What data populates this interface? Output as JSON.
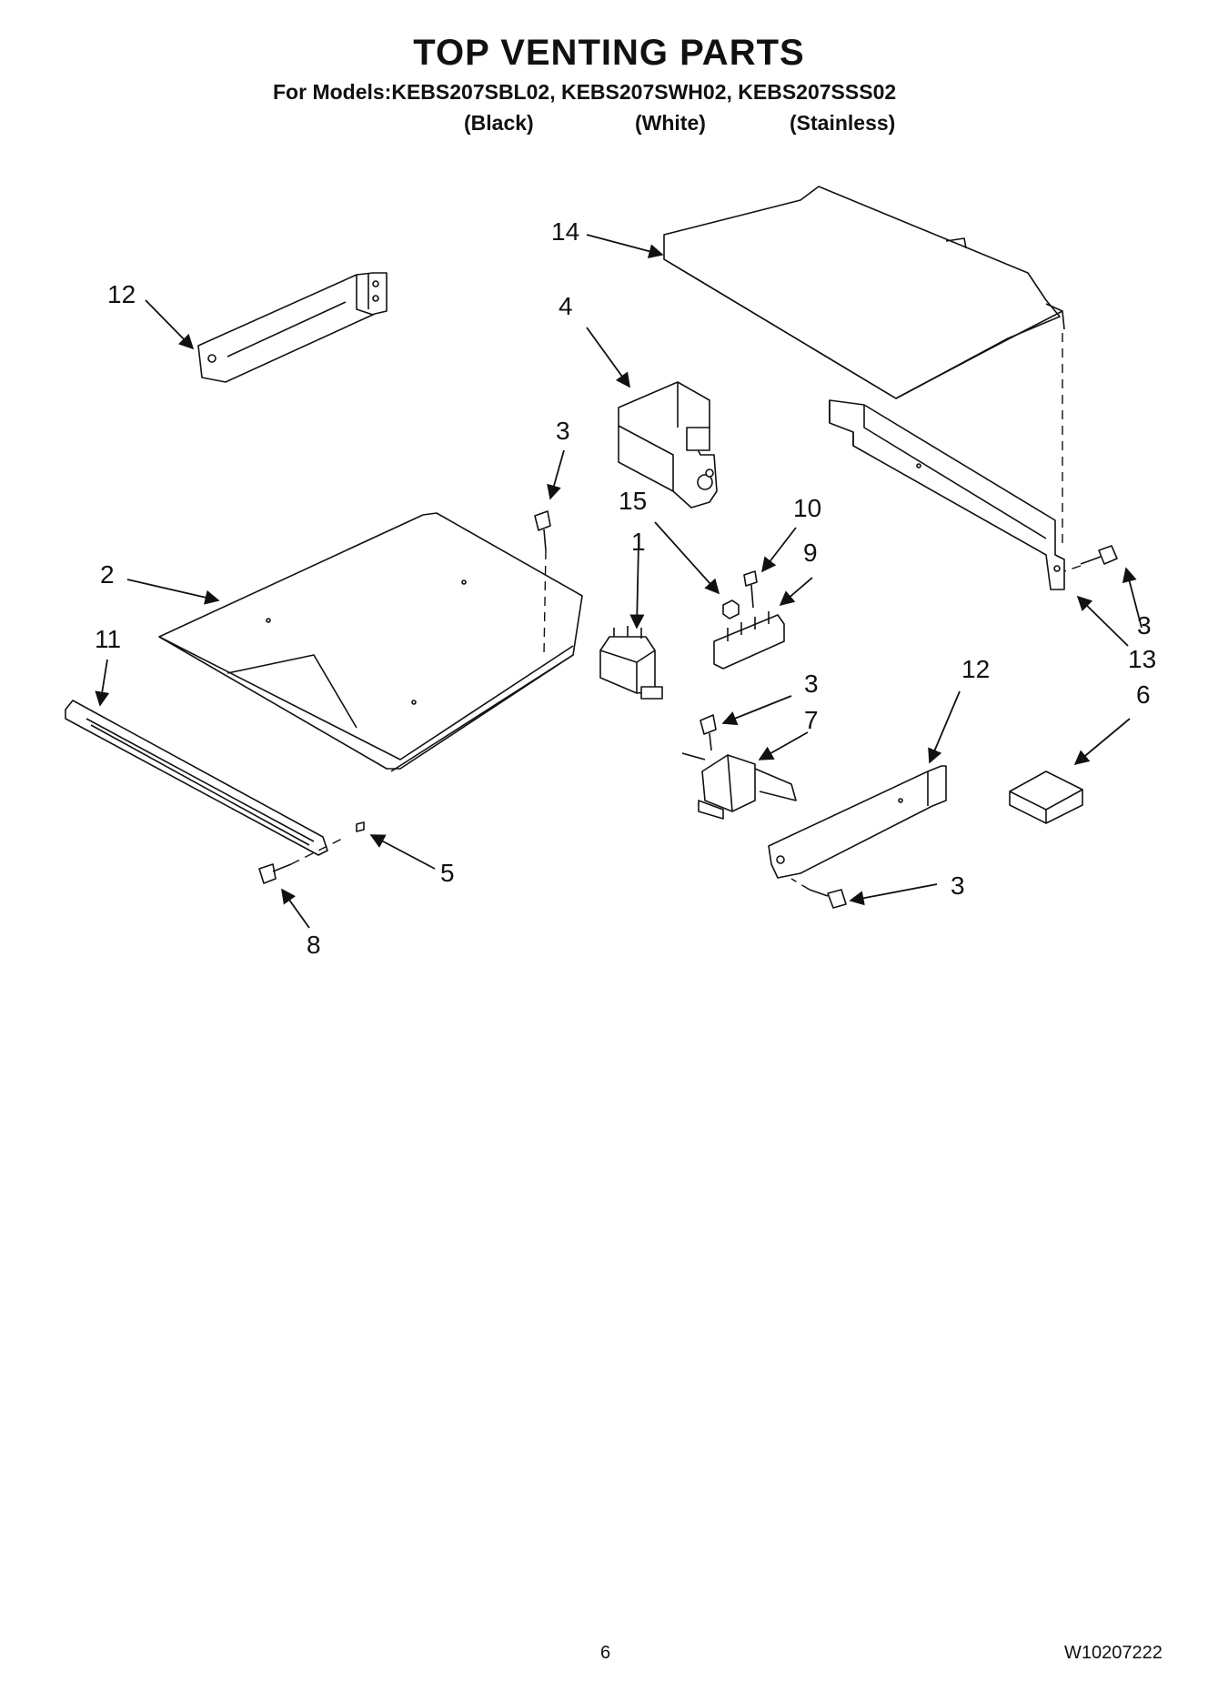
{
  "header": {
    "title": "TOP VENTING PARTS",
    "models_line": "For Models:KEBS207SBL02, KEBS207SWH02, KEBS207SSS02",
    "variants": [
      "(Black)",
      "(White)",
      "(Stainless)"
    ]
  },
  "callouts": {
    "c14": "14",
    "c12a": "12",
    "c4": "4",
    "c3a": "3",
    "c15": "15",
    "c10": "10",
    "c9": "9",
    "c1": "1",
    "c2": "2",
    "c11": "11",
    "c3b": "3",
    "c13": "13",
    "c3c": "3",
    "c12b": "12",
    "c6": "6",
    "c7": "7",
    "c5": "5",
    "c3d": "3",
    "c8": "8"
  },
  "footer": {
    "page_number": "6",
    "doc_number": "W10207222"
  }
}
